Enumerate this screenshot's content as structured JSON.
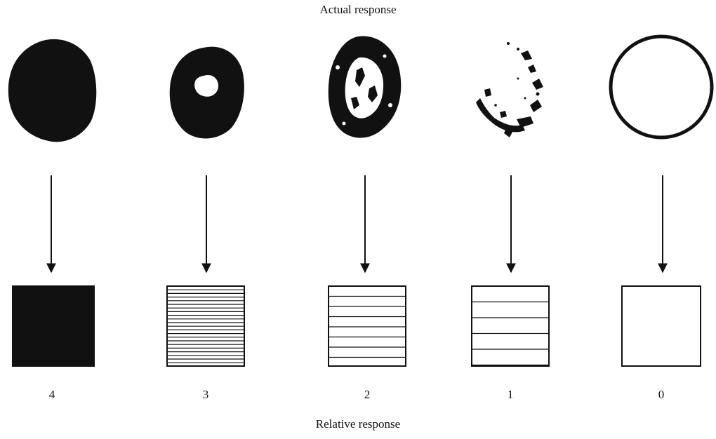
{
  "header": {
    "title": "Actual response"
  },
  "footer": {
    "title": "Relative response"
  },
  "scale": [
    {
      "score": "4",
      "pattern": "solid-fill"
    },
    {
      "score": "3",
      "pattern": "dense-lines"
    },
    {
      "score": "2",
      "pattern": "medium-lines"
    },
    {
      "score": "1",
      "pattern": "sparse-lines"
    },
    {
      "score": "0",
      "pattern": "empty"
    }
  ],
  "colors": {
    "ink": "#111111",
    "paper": "#ffffff"
  }
}
